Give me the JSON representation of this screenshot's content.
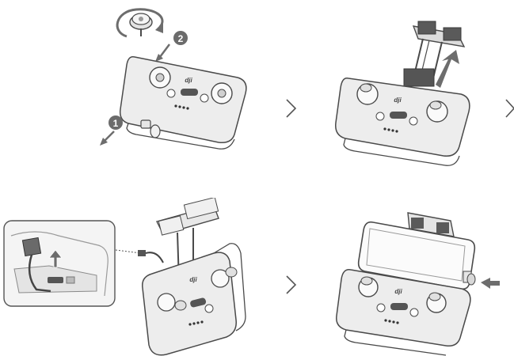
{
  "steps": {
    "remove_sticks": "1",
    "mount_sticks": "2"
  },
  "brand": "dji",
  "colors": {
    "outline": "#4a4a4a",
    "body": "#ededed",
    "body_dark": "#d0d0d0",
    "arrow": "#6d6d6d",
    "badge": "#6b6b6b"
  }
}
